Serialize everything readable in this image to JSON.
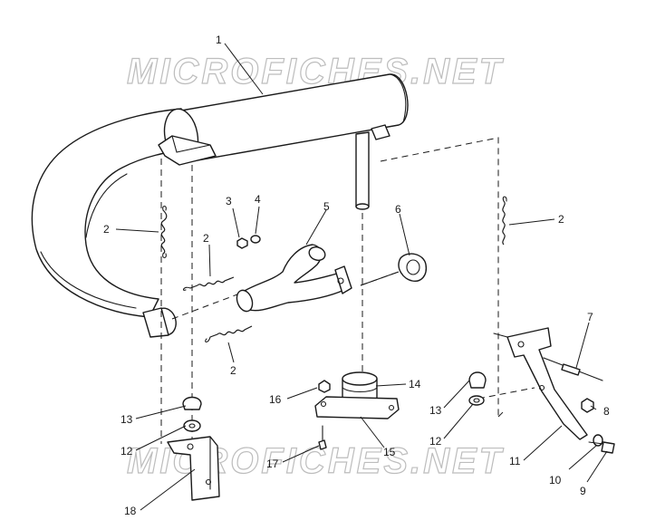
{
  "watermark": {
    "text": "MICROFICHES.NET"
  },
  "callouts": [
    {
      "id": "c1",
      "label": "1"
    },
    {
      "id": "c2a",
      "label": "2"
    },
    {
      "id": "c2b",
      "label": "2"
    },
    {
      "id": "c2c",
      "label": "2"
    },
    {
      "id": "c2d",
      "label": "2"
    },
    {
      "id": "c3",
      "label": "3"
    },
    {
      "id": "c4",
      "label": "4"
    },
    {
      "id": "c5",
      "label": "5"
    },
    {
      "id": "c6",
      "label": "6"
    },
    {
      "id": "c7",
      "label": "7"
    },
    {
      "id": "c8",
      "label": "8"
    },
    {
      "id": "c9",
      "label": "9"
    },
    {
      "id": "c10",
      "label": "10"
    },
    {
      "id": "c11",
      "label": "11"
    },
    {
      "id": "c12a",
      "label": "12"
    },
    {
      "id": "c12b",
      "label": "12"
    },
    {
      "id": "c13a",
      "label": "13"
    },
    {
      "id": "c13b",
      "label": "13"
    },
    {
      "id": "c14",
      "label": "14"
    },
    {
      "id": "c15",
      "label": "15"
    },
    {
      "id": "c16",
      "label": "16"
    },
    {
      "id": "c17",
      "label": "17"
    },
    {
      "id": "c18",
      "label": "18"
    }
  ]
}
